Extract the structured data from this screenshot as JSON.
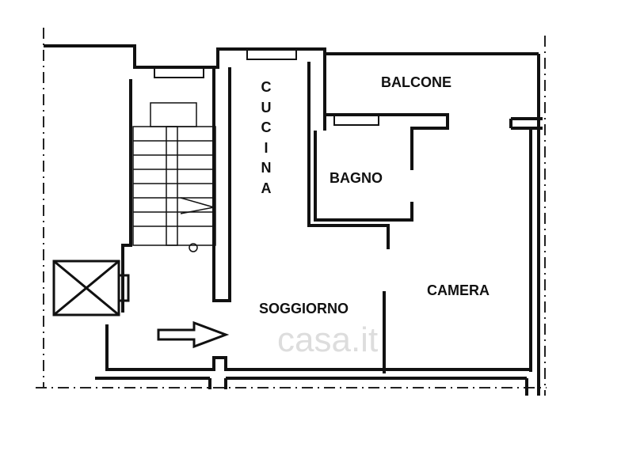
{
  "rooms": {
    "balcone": "BALCONE",
    "cucina": [
      "C",
      "U",
      "C",
      "I",
      "N",
      "A"
    ],
    "bagno": "BAGNO",
    "camera": "CAMERA",
    "soggiorno": "SOGGIORNO"
  },
  "watermark": "casa.it",
  "colors": {
    "wall": "#111111",
    "paper": "#ffffff"
  }
}
